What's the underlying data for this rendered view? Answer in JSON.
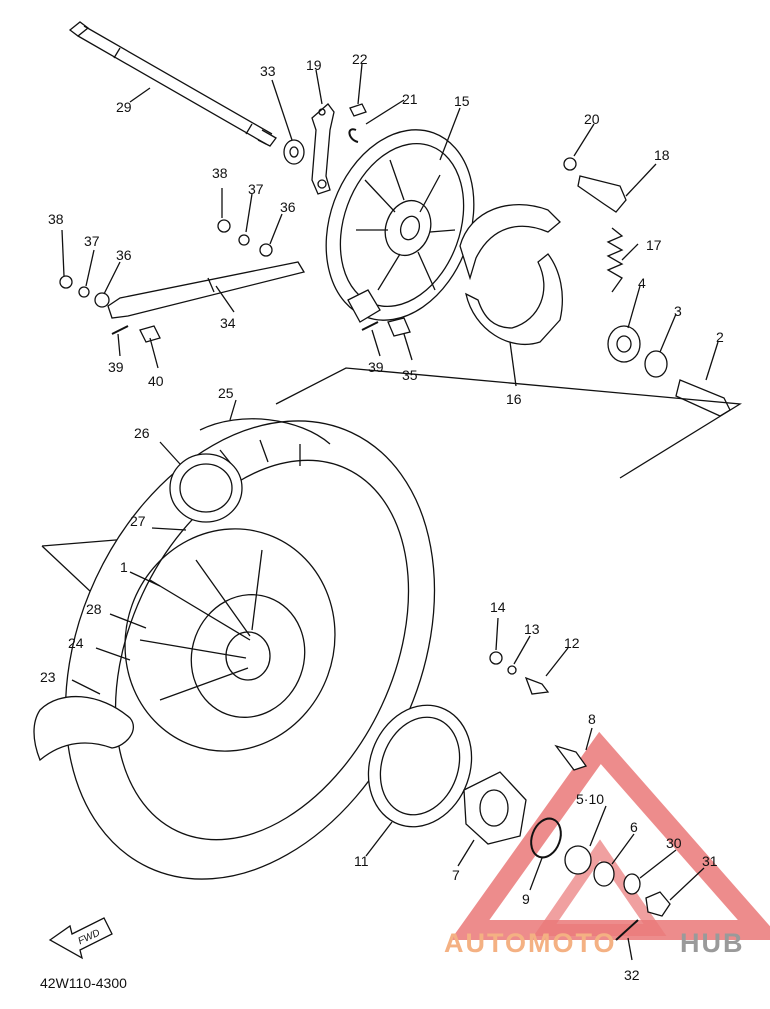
{
  "diagram_code": "42W110-4300",
  "fwd_label": "FWD",
  "watermark": {
    "part1": "AUTOMOTO",
    "part2": "HUB",
    "color1": "#f4b183",
    "color2": "#9a9a9a",
    "triangle_color": "#e86a6a"
  },
  "parts": [
    {
      "id": "29",
      "label": "29"
    },
    {
      "id": "33",
      "label": "33"
    },
    {
      "id": "19",
      "label": "19"
    },
    {
      "id": "22",
      "label": "22"
    },
    {
      "id": "21",
      "label": "21"
    },
    {
      "id": "15",
      "label": "15"
    },
    {
      "id": "20",
      "label": "20"
    },
    {
      "id": "18",
      "label": "18"
    },
    {
      "id": "38a",
      "label": "38"
    },
    {
      "id": "37a",
      "label": "37"
    },
    {
      "id": "36a",
      "label": "36"
    },
    {
      "id": "38b",
      "label": "38"
    },
    {
      "id": "37b",
      "label": "37"
    },
    {
      "id": "36b",
      "label": "36"
    },
    {
      "id": "17",
      "label": "17"
    },
    {
      "id": "4",
      "label": "4"
    },
    {
      "id": "3",
      "label": "3"
    },
    {
      "id": "2",
      "label": "2"
    },
    {
      "id": "34",
      "label": "34"
    },
    {
      "id": "39a",
      "label": "39"
    },
    {
      "id": "40",
      "label": "40"
    },
    {
      "id": "39b",
      "label": "39"
    },
    {
      "id": "35",
      "label": "35"
    },
    {
      "id": "16",
      "label": "16"
    },
    {
      "id": "25",
      "label": "25"
    },
    {
      "id": "26",
      "label": "26"
    },
    {
      "id": "27",
      "label": "27"
    },
    {
      "id": "1",
      "label": "1"
    },
    {
      "id": "28",
      "label": "28"
    },
    {
      "id": "24",
      "label": "24"
    },
    {
      "id": "23",
      "label": "23"
    },
    {
      "id": "14",
      "label": "14"
    },
    {
      "id": "13",
      "label": "13"
    },
    {
      "id": "12",
      "label": "12"
    },
    {
      "id": "8",
      "label": "8"
    },
    {
      "id": "510",
      "label": "5·10"
    },
    {
      "id": "6",
      "label": "6"
    },
    {
      "id": "30",
      "label": "30"
    },
    {
      "id": "31",
      "label": "31"
    },
    {
      "id": "11",
      "label": "11"
    },
    {
      "id": "7",
      "label": "7"
    },
    {
      "id": "9",
      "label": "9"
    },
    {
      "id": "32",
      "label": "32"
    }
  ]
}
